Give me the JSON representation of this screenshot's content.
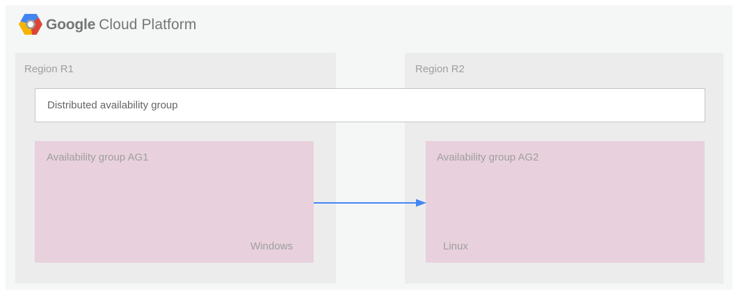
{
  "header": {
    "brand": {
      "bold": "Google",
      "light": "Cloud Platform"
    }
  },
  "icons": {
    "logo": "google-cloud-platform-hexagon"
  },
  "regions": [
    {
      "label": "Region R1"
    },
    {
      "label": "Region R2"
    }
  ],
  "distributed_availability_group": {
    "label": "Distributed availability group"
  },
  "availability_groups": [
    {
      "label": "Availability group AG1",
      "os_label": "Windows"
    },
    {
      "label": "Availability group AG2",
      "os_label": "Linux"
    }
  ],
  "connector": {
    "from": "Availability group AG1",
    "to": "Availability group AG2",
    "direction": "right"
  },
  "colors": {
    "panel_bg": "#f5f6f6",
    "region_bg": "#ececec",
    "group_bg": "#e8d1dc",
    "dag_border": "#c5c5c5",
    "dag_text": "#646464",
    "muted_text": "#9e9e9e",
    "brand_text": "#757575",
    "arrow": "#4285f4",
    "logo_blue": "#4285f4",
    "logo_red": "#db4437",
    "logo_yellow": "#f4b400",
    "logo_gray": "#9e9e9e"
  }
}
